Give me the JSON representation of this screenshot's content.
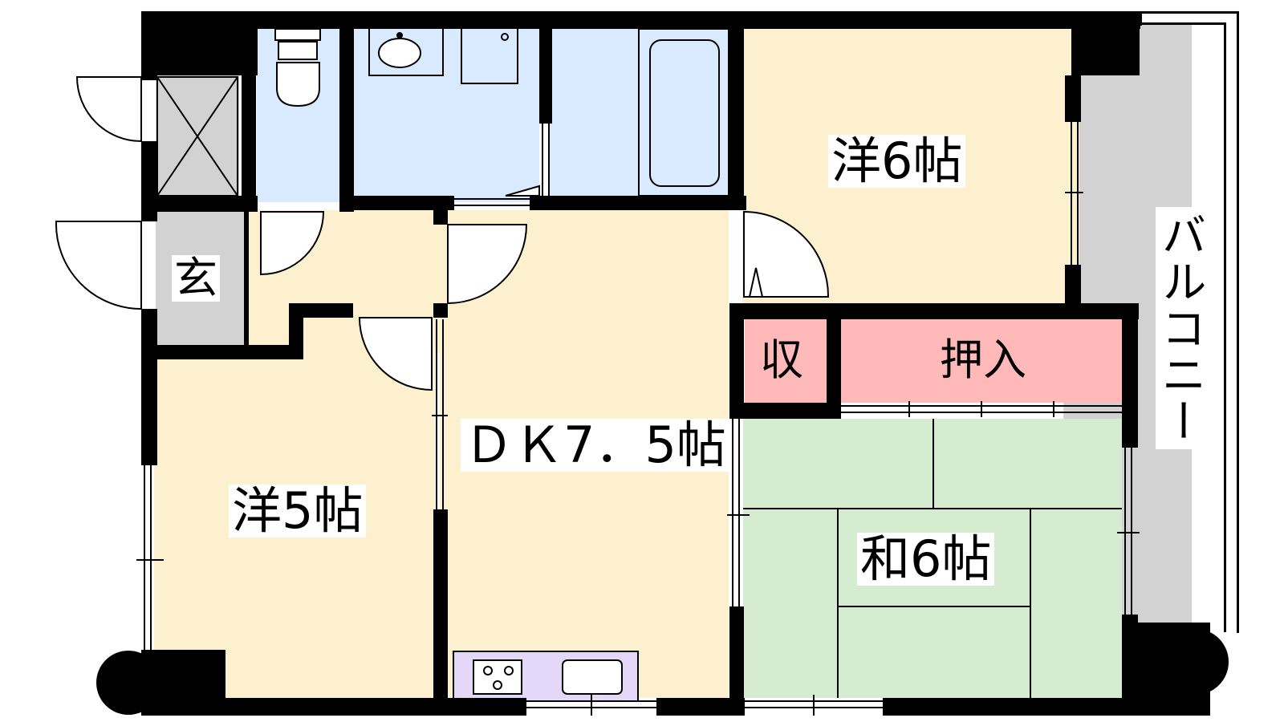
{
  "rooms": {
    "western_6": "洋6帖",
    "western_5": "洋5帖",
    "dk": "ＤＫ7．5帖",
    "japanese_6": "和6帖",
    "entrance": "玄",
    "storage": "収",
    "closet": "押入",
    "balcony": "バルコニー"
  },
  "colors": {
    "wall": "#000000",
    "wood_floor": "#fdf0cf",
    "wet_area": "#d9eaff",
    "tatami": "#d5ecd0",
    "closet": "#ffb9b9",
    "storage": "#ffb9b9",
    "entrance": "#d2d2d2",
    "balcony": "#d2d2d2",
    "kitchen": "#e5d7f7"
  }
}
